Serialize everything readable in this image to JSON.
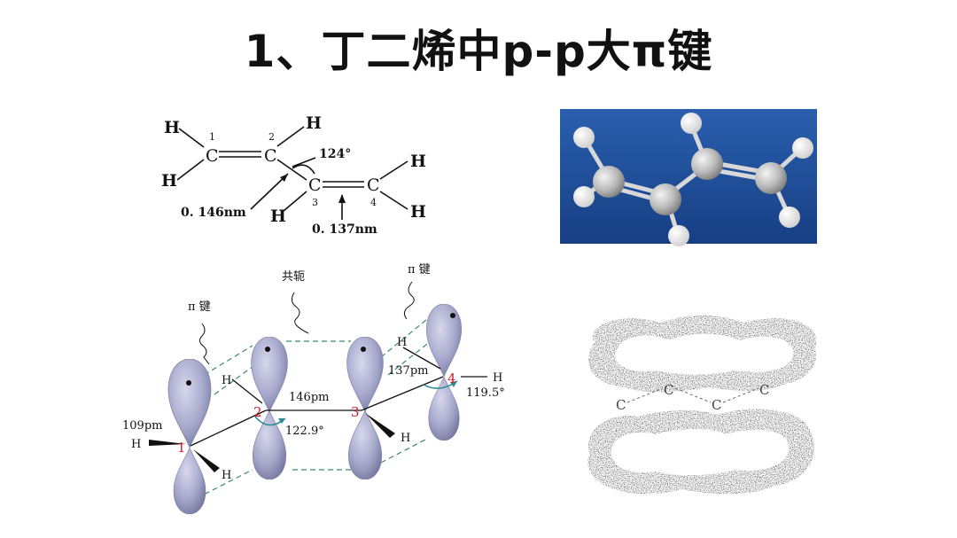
{
  "title": "1、丁二烯中p-p大π键",
  "structure": {
    "atoms": [
      "H",
      "H",
      "C",
      "C",
      "H",
      "C",
      "C",
      "H",
      "H",
      "H"
    ],
    "atom_numbers": [
      "1",
      "2",
      "3",
      "4"
    ],
    "angle": "124°",
    "bond_single": "0. 146nm",
    "bond_double": "0. 137nm"
  },
  "orbital": {
    "pi_bond_left": "π 键",
    "conjugation": "共轭",
    "pi_bond_right": "π 键",
    "bond_109": "109pm",
    "bond_146": "146pm",
    "bond_137": "137pm",
    "angle_122": "122.9°",
    "angle_119": "119.5°",
    "carbon_numbers": [
      "1",
      "2",
      "3",
      "4"
    ],
    "hydrogen": "H"
  },
  "cloud": {
    "carbons": [
      "C",
      "C",
      "C",
      "C"
    ]
  },
  "colors": {
    "model_bg": "#1f4f9a",
    "lobe": "#a5a7c9",
    "dash": "#3b8a6e",
    "number_red": "#d01c2f",
    "angle_teal": "#2a8a8f"
  }
}
